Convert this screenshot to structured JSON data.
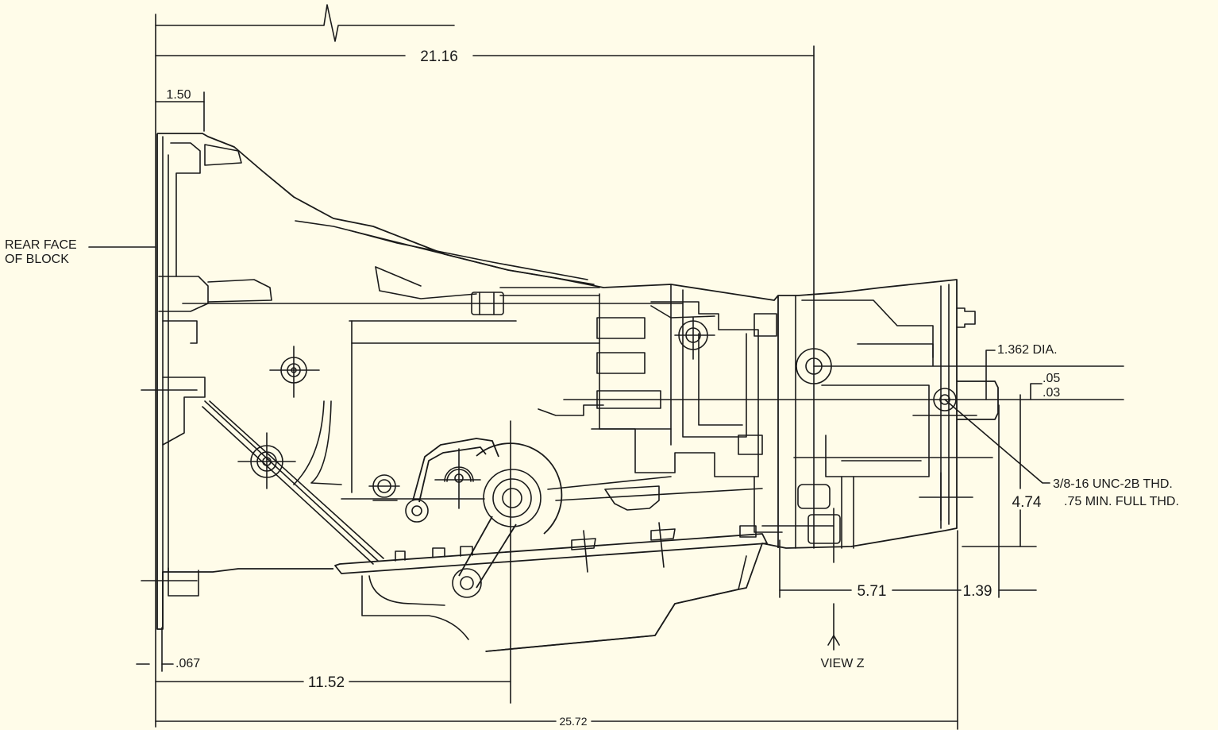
{
  "dimensions": {
    "overall_top": "21.16",
    "rear_offset": "1.50",
    "flange_thickness": ".067",
    "mount_distance": "11.52",
    "overall_bottom": "25.72",
    "tailshaft_a": "5.71",
    "tailshaft_b": "1.39",
    "height_4_74": "4.74",
    "offset_05": ".05",
    "offset_03": ".03"
  },
  "callouts": {
    "rear_face_line1": "REAR FACE",
    "rear_face_line2": "OF BLOCK",
    "shaft_dia": "1.362 DIA.",
    "thread_line1": "3/8-16 UNC-2B THD.",
    "thread_line2": ".75 MIN. FULL THD.",
    "view_z": "VIEW Z"
  },
  "colors": {
    "background": "#fffce9",
    "ink": "#1a1a1a"
  }
}
